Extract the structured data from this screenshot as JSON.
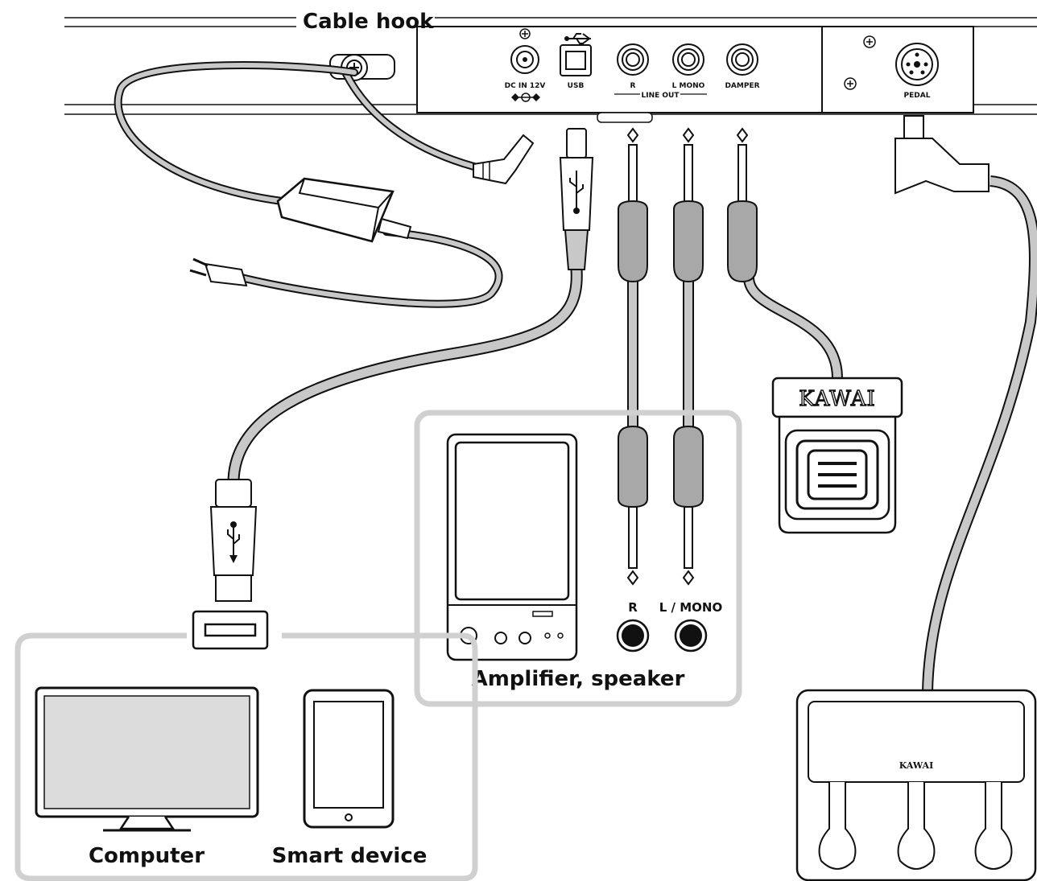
{
  "labels": {
    "cable_hook": "Cable hook",
    "amplifier": "Amplifier, speaker",
    "computer": "Computer",
    "smart_device": "Smart device"
  },
  "panel_ports": {
    "dc_in": "DC IN 12V",
    "usb": "USB",
    "r": "R",
    "l_mono": "L  MONO",
    "line_out": "LINE OUT",
    "damper": "DAMPER",
    "pedal": "PEDAL"
  },
  "amp_jacks": {
    "r": "R",
    "l_mono": "L / MONO"
  },
  "brand": {
    "damper_pedal": "KAWAI",
    "pedal_unit": "KAWAI"
  },
  "colors": {
    "cable": "#c8c8c8",
    "outline": "#111111",
    "box": "#d0d0d0",
    "screen": "#dcdcdc",
    "plug": "#a8a8a8"
  }
}
